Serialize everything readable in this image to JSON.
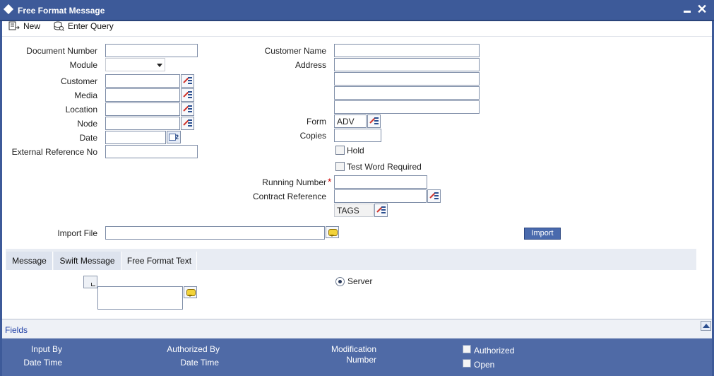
{
  "window": {
    "title": "Free Format Message",
    "minimize": "—",
    "close": "✕"
  },
  "toolbar": {
    "new_label": "New",
    "enter_query_label": "Enter Query"
  },
  "form_left": {
    "document_number_label": "Document Number",
    "module_label": "Module",
    "customer_label": "Customer",
    "media_label": "Media",
    "location_label": "Location",
    "node_label": "Node",
    "date_label": "Date",
    "external_reference_label": "External Reference No",
    "calendar_icon_text": "2"
  },
  "form_right": {
    "customer_name_label": "Customer Name",
    "address_label": "Address",
    "form_label": "Form",
    "form_value": "ADV",
    "copies_label": "Copies",
    "hold_label": "Hold",
    "test_word_label": "Test Word Required",
    "running_number_label": "Running Number",
    "required_marker": "*",
    "contract_reference_label": "Contract Reference",
    "tags_value": "TAGS"
  },
  "import": {
    "label": "Import File",
    "button_label": "Import"
  },
  "tabs": [
    {
      "label": "Message"
    },
    {
      "label": "Swift Message"
    },
    {
      "label": "Free Format Text"
    }
  ],
  "tab_content": {
    "server_label": "Server"
  },
  "fields": {
    "label": "Fields"
  },
  "audit": {
    "input_by": "Input By",
    "input_datetime": "Date Time",
    "authorized_by": "Authorized By",
    "authorized_datetime": "Date Time",
    "modification": "Modification",
    "modification_number": "Number",
    "authorized_label": "Authorized",
    "open_label": "Open"
  },
  "colors": {
    "titlebar": "#3d5a99",
    "footer": "#4f6aa6",
    "required": "#cc0000"
  }
}
